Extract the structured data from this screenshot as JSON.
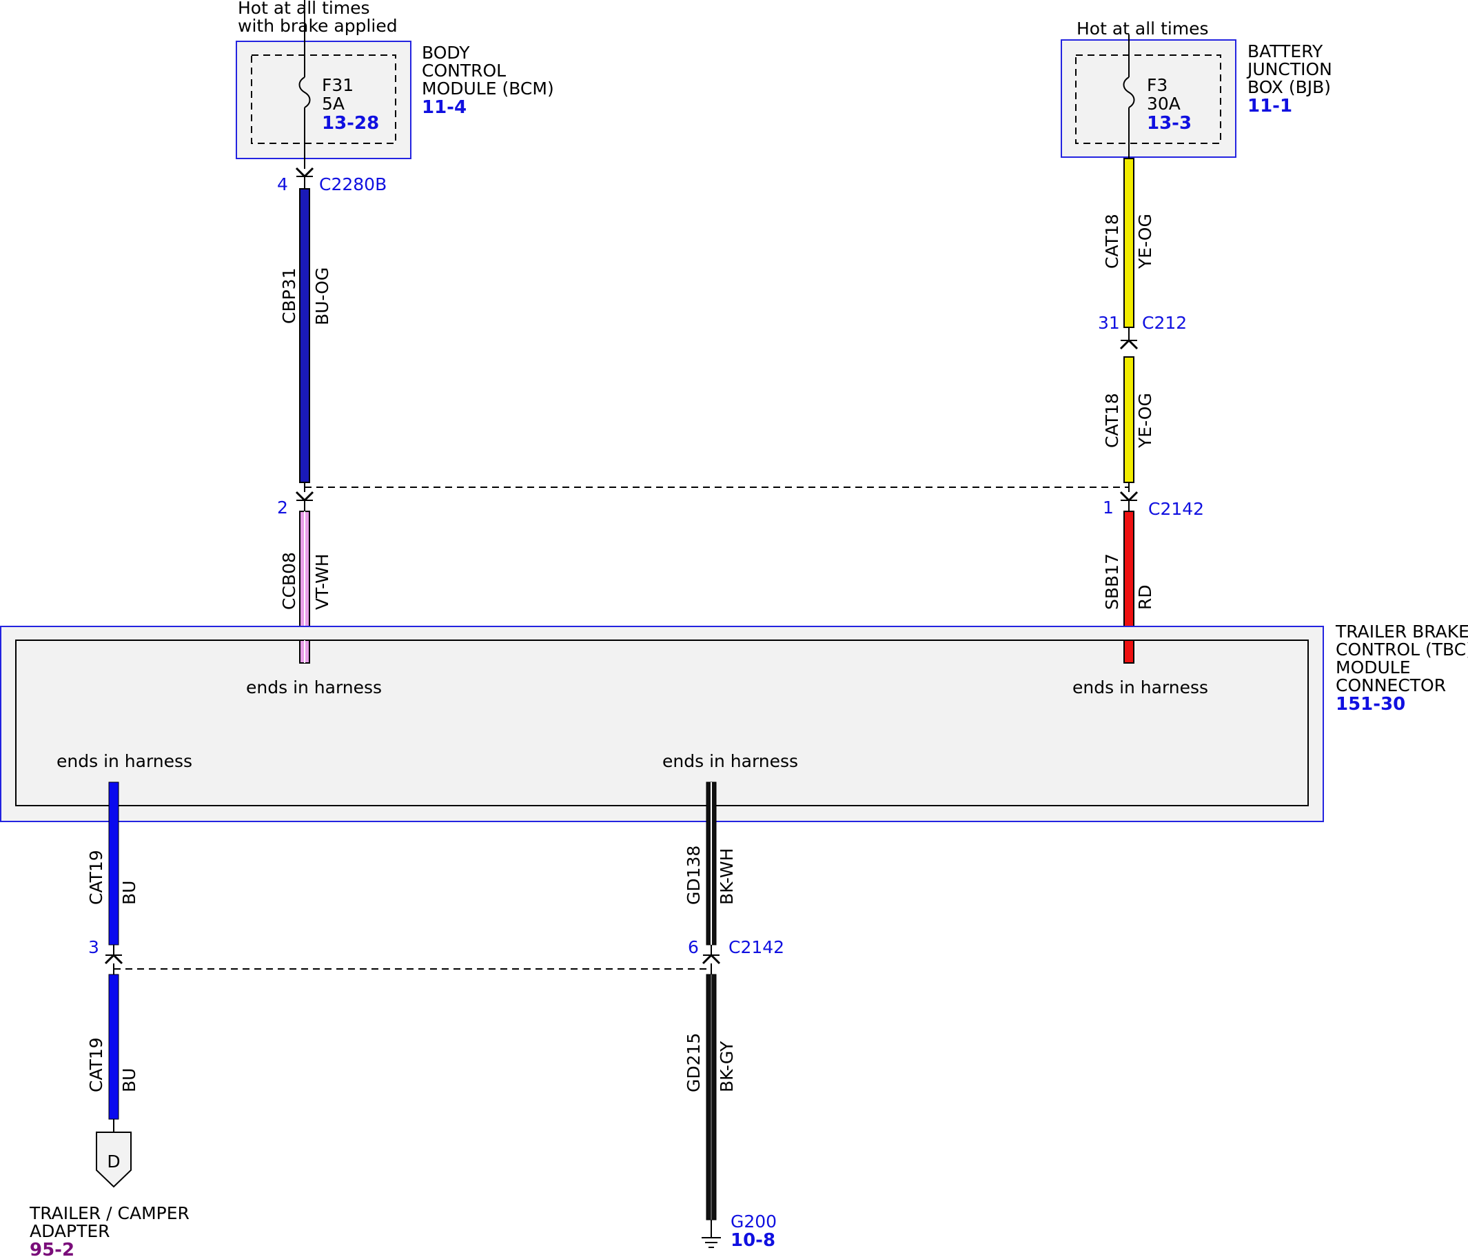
{
  "top_left": {
    "header_lines": [
      "Hot at all times",
      "with brake applied"
    ],
    "fuse": {
      "name": "F31",
      "rating": "5A",
      "ref": "13-28"
    },
    "module_lines": [
      "BODY",
      "CONTROL",
      "MODULE (BCM)"
    ],
    "module_ref": "11-4"
  },
  "top_right": {
    "header": "Hot at all times",
    "fuse": {
      "name": "F3",
      "rating": "30A",
      "ref": "13-3"
    },
    "module_lines": [
      "BATTERY",
      "JUNCTION",
      "BOX (BJB)"
    ],
    "module_ref": "11-1"
  },
  "connectors": {
    "c2280b": {
      "pin": "4",
      "name": "C2280B"
    },
    "c212": {
      "pin": "31",
      "name": "C212"
    },
    "c2142_top_left": {
      "pin": "2"
    },
    "c2142_top_right": {
      "pin": "1",
      "name": "C2142"
    },
    "c2142_bottom_left": {
      "pin": "3"
    },
    "c2142_bottom_right": {
      "pin": "6",
      "name": "C2142"
    }
  },
  "wires": {
    "cbp31": {
      "circuit": "CBP31",
      "color_code": "BU-OG",
      "color": "#1a1ab8"
    },
    "cat18_upper": {
      "circuit": "CAT18",
      "color_code": "YE-OG",
      "color": "#f2ec00"
    },
    "cat18_lower": {
      "circuit": "CAT18",
      "color_code": "YE-OG",
      "color": "#f2ec00"
    },
    "ccb08": {
      "circuit": "CCB08",
      "color_code": "VT-WH",
      "color": "#e79de7"
    },
    "sbb17": {
      "circuit": "SBB17",
      "color_code": "RD",
      "color": "#ee1111"
    },
    "cat19_upper": {
      "circuit": "CAT19",
      "color_code": "BU",
      "color": "#0a0aee"
    },
    "cat19_lower": {
      "circuit": "CAT19",
      "color_code": "BU",
      "color": "#0a0aee"
    },
    "gd138": {
      "circuit": "GD138",
      "color_code": "BK-WH",
      "color": "#111111"
    },
    "gd215": {
      "circuit": "GD215",
      "color_code": "BK-GY",
      "color": "#111111"
    }
  },
  "tbc": {
    "module_lines": [
      "TRAILER BRAKE",
      "CONTROL (TBC)",
      "MODULE",
      "CONNECTOR"
    ],
    "module_ref": "151-30",
    "ends_in_harness": "ends in harness"
  },
  "trailer_adapter": {
    "pin_letter": "D",
    "lines": [
      "TRAILER / CAMPER",
      "ADAPTER"
    ],
    "ref": "95-2"
  },
  "ground": {
    "name": "G200",
    "ref": "10-8"
  }
}
